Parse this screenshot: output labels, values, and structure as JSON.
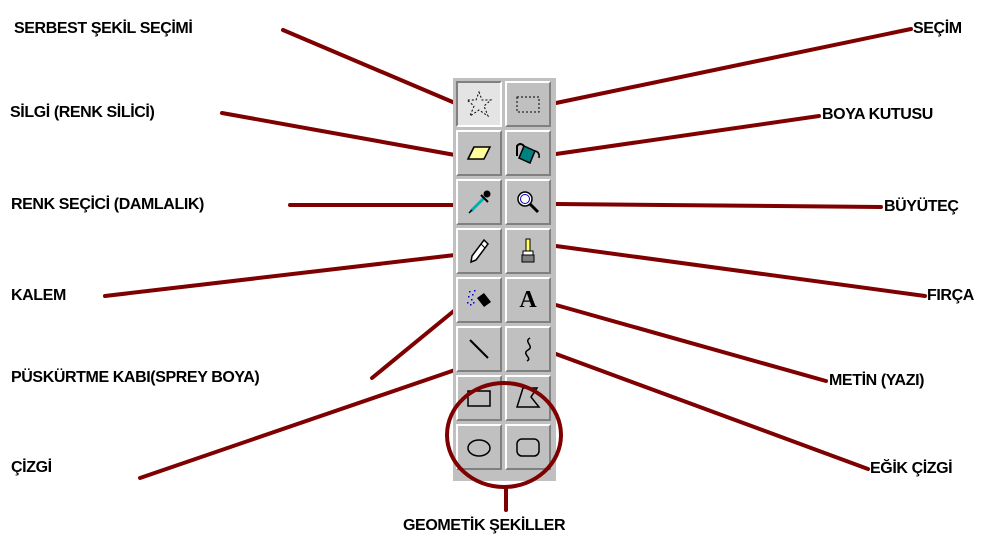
{
  "labels": {
    "serbest": "SERBEST ŞEKİL SEÇİMİ",
    "silgi": "SİLGİ (RENK SİLİCİ)",
    "renk_secici": "RENK SEÇİCİ (DAMLALIK)",
    "kalem": "KALEM",
    "puskurtme": "PÜSKÜRTME KABI(SPREY BOYA)",
    "cizgi": "ÇİZGİ",
    "secim": "SEÇİM",
    "boya_kutusu": "BOYA KUTUSU",
    "buyutec": "BÜYÜTEÇ",
    "firca": "FIRÇA",
    "metin": "METİN (YAZI)",
    "egik_cizgi": "EĞİK ÇİZGİ",
    "geometrik": "GEOMETİK ŞEKİLLER"
  },
  "tools": {
    "text_glyph": "A"
  },
  "colors": {
    "leader": "#7f0000",
    "toolbox_face": "#c0c0c0"
  }
}
